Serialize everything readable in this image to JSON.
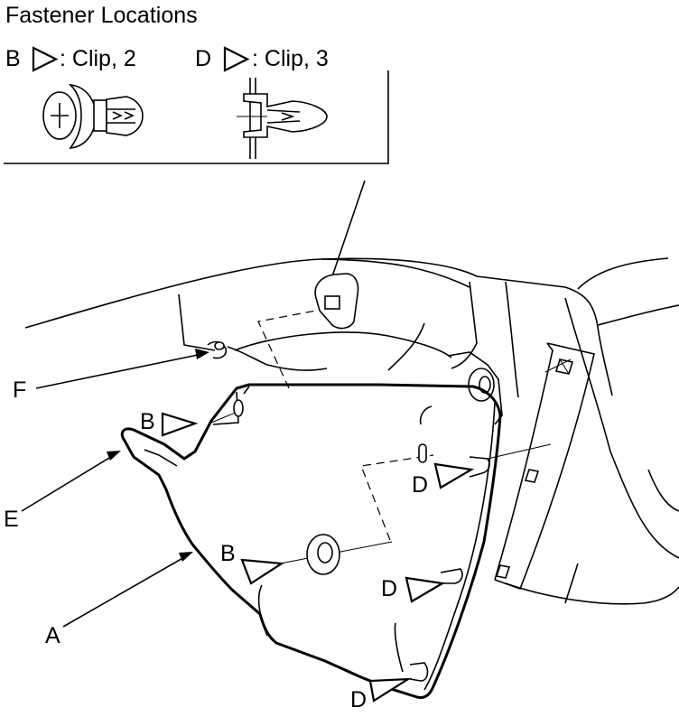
{
  "title": "Fastener Locations",
  "legend": [
    {
      "key": "B",
      "symbol": "triangle-pointer-icon",
      "text": ": Clip, 2"
    },
    {
      "key": "D",
      "symbol": "triangle-pointer-icon",
      "text": ": Clip, 3"
    }
  ],
  "callouts": {
    "a": "A",
    "b": "B",
    "d": "D",
    "e": "E",
    "f": "F"
  },
  "colors": {
    "line": "#000000",
    "background": "#ffffff"
  }
}
